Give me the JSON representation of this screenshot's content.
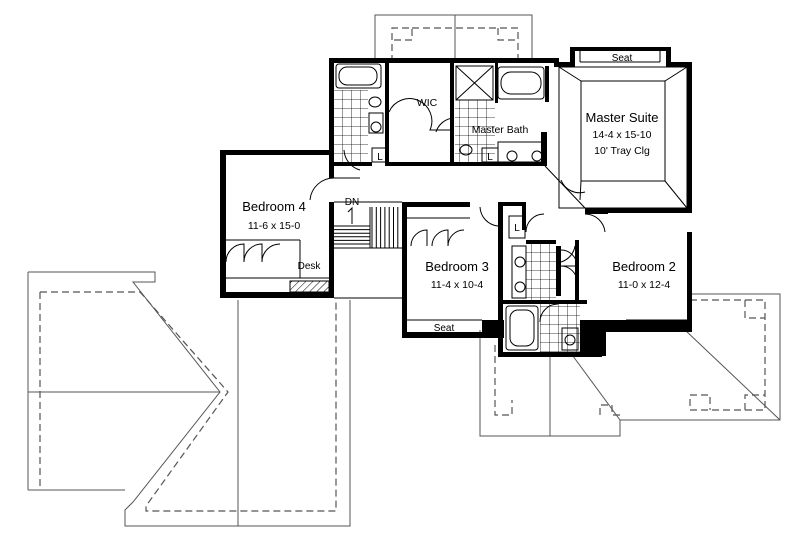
{
  "rooms": {
    "master_suite": {
      "name": "Master Suite",
      "size": "14-4 x 15-10",
      "note": "10' Tray Clg"
    },
    "bedroom4": {
      "name": "Bedroom 4",
      "size": "11-6 x 15-0"
    },
    "bedroom3": {
      "name": "Bedroom 3",
      "size": "11-4 x 10-4"
    },
    "bedroom2": {
      "name": "Bedroom 2",
      "size": "11-0 x 12-4"
    },
    "wic": "WIC",
    "master_bath": "Master Bath"
  },
  "labels": {
    "seat": "Seat",
    "desk": "Desk",
    "dn": "DN",
    "linen": "L"
  }
}
